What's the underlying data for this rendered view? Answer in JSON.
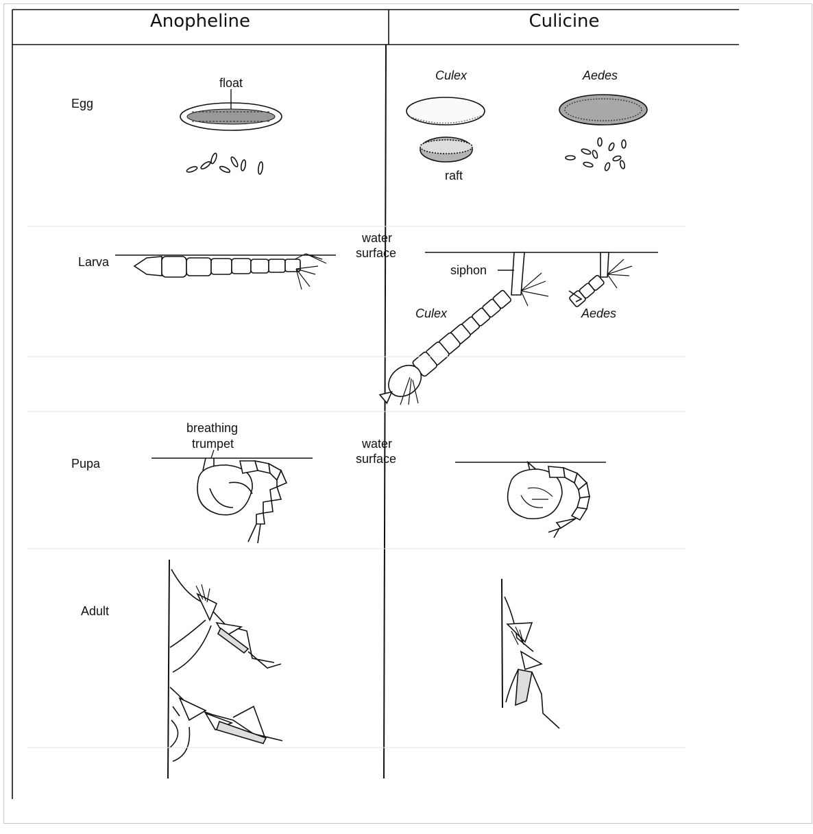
{
  "columns": {
    "left": "Anopheline",
    "right": "Culicine"
  },
  "rows": {
    "egg": "Egg",
    "larva": "Larva",
    "pupa": "Pupa",
    "adult": "Adult"
  },
  "labels": {
    "float": "float",
    "raft": "raft",
    "culex": "Culex",
    "aedes": "Aedes",
    "water_line1": "water",
    "water_line2": "surface",
    "siphon": "siphon",
    "breathing_line1": "breathing",
    "breathing_line2": "trumpet"
  },
  "colors": {
    "ink": "#111111",
    "frame": "#c8c8c8",
    "background": "#ffffff"
  }
}
